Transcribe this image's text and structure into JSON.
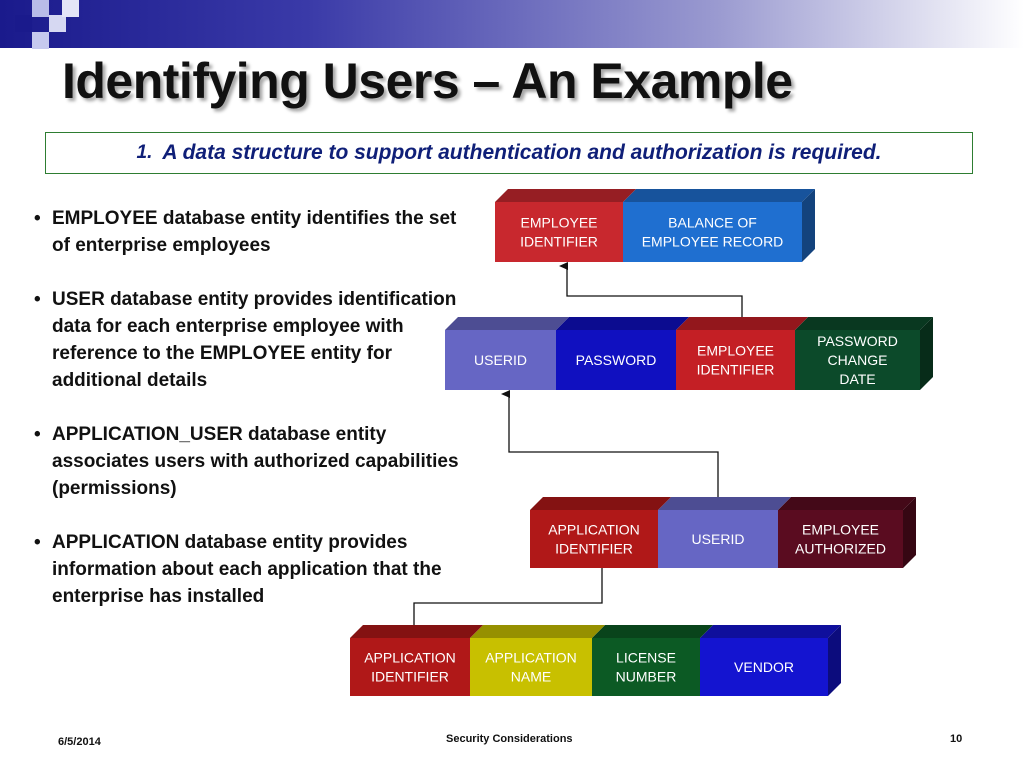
{
  "slide": {
    "title": "Identifying Users – An Example",
    "requirement_number": "1.",
    "requirement_text": "A data structure to support authentication and authorization is required."
  },
  "bullets": [
    "EMPLOYEE database entity identifies the set of enterprise employees",
    "USER database entity provides identification data for each enterprise employee with reference to the EMPLOYEE entity for additional details",
    "APPLICATION_USER database entity associates users with authorized capabilities (permissions)",
    "APPLICATION database entity provides information about each application that the enterprise has installed"
  ],
  "bullet_symbol": "•",
  "entities": {
    "employee": {
      "fields": [
        {
          "lines": [
            "EMPLOYEE",
            "IDENTIFIER"
          ],
          "color": "#c8282e"
        },
        {
          "lines": [
            "BALANCE OF",
            "EMPLOYEE RECORD"
          ],
          "color": "#1f6fd0"
        }
      ]
    },
    "user": {
      "fields": [
        {
          "lines": [
            "USERID"
          ],
          "color": "#6666c4"
        },
        {
          "lines": [
            "PASSWORD"
          ],
          "color": "#1010c0"
        },
        {
          "lines": [
            "EMPLOYEE",
            "IDENTIFIER"
          ],
          "color": "#c41f25"
        },
        {
          "lines": [
            "PASSWORD",
            "CHANGE",
            "DATE"
          ],
          "color": "#0c4a2a"
        }
      ]
    },
    "application_user": {
      "fields": [
        {
          "lines": [
            "APPLICATION",
            "IDENTIFIER"
          ],
          "color": "#b01818"
        },
        {
          "lines": [
            "USERID"
          ],
          "color": "#6666c4"
        },
        {
          "lines": [
            "EMPLOYEE",
            "AUTHORIZED"
          ],
          "color": "#5a0c20"
        }
      ]
    },
    "application": {
      "fields": [
        {
          "lines": [
            "APPLICATION",
            "IDENTIFIER"
          ],
          "color": "#b01818"
        },
        {
          "lines": [
            "APPLICATION",
            "NAME"
          ],
          "color": "#c8c000"
        },
        {
          "lines": [
            "LICENSE",
            "NUMBER"
          ],
          "color": "#0c5a24"
        },
        {
          "lines": [
            "VENDOR"
          ],
          "color": "#1414d0"
        }
      ]
    }
  },
  "footer": {
    "date": "6/5/2014",
    "center": "Security Considerations",
    "page": "10"
  },
  "colors": {
    "title_bar_dark": "#1a1a8c",
    "square_dark": "#1a1a8c",
    "square_light": "#b8bce8",
    "requirement_border": "#2e7d32",
    "requirement_text": "#0f1f78",
    "connector": "#111111"
  }
}
